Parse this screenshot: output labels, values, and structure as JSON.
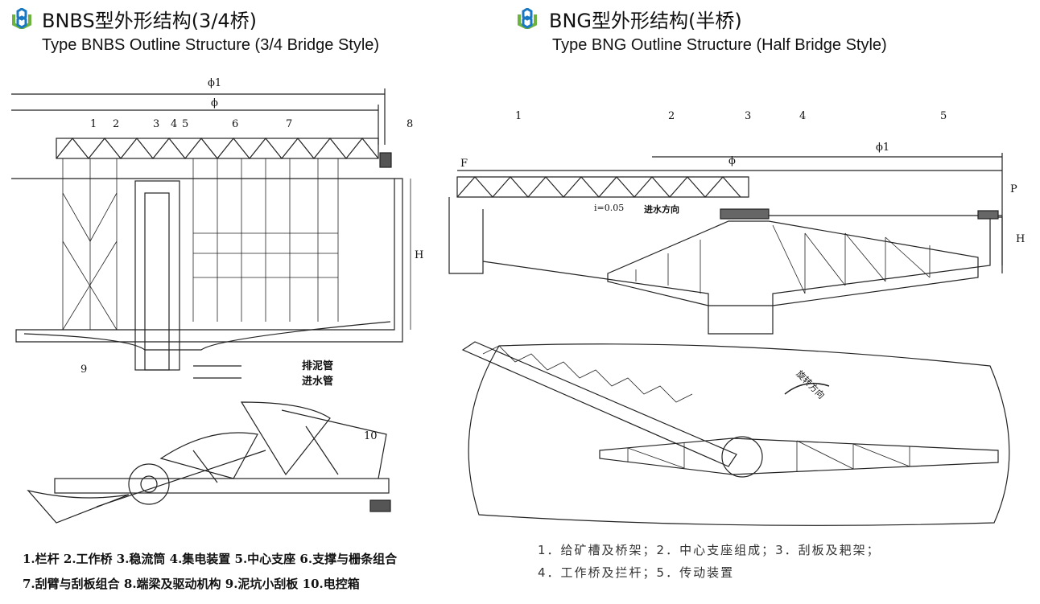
{
  "left": {
    "title_cn": "BNBS型外形结构(3/4桥)",
    "title_en": "Type BNBS Outline Structure (3/4 Bridge Style)",
    "dims": {
      "phi1": "ϕ1",
      "phi": "ϕ",
      "h": "H"
    },
    "part_numbers": [
      "1",
      "2",
      "3",
      "4",
      "5",
      "6",
      "7",
      "8",
      "9",
      "10"
    ],
    "pipe_labels": [
      "排泥管",
      "进水管"
    ],
    "legend": [
      "1.栏杆 2.工作桥 3.稳流筒 4.集电装置 5.中心支座 6.支撑与栅条组合",
      "7.刮臂与刮板组合 8.端梁及驱动机构 9.泥坑小刮板 10.电控箱"
    ]
  },
  "right": {
    "title_cn": "BNG型外形结构(半桥)",
    "title_en": "Type BNG Outline Structure (Half Bridge Style)",
    "dims": {
      "phi1": "ϕ1",
      "phi": "ϕ",
      "h": "H",
      "f": "F",
      "p": "P"
    },
    "part_numbers": [
      "1",
      "2",
      "3",
      "4",
      "5"
    ],
    "slope": "i=0.05",
    "inflow": "进水方向",
    "rotation": "旋转方向",
    "legend": [
      "1．给矿槽及桥架；2．中心支座组成；3．刮板及耙架；",
      "4．工作桥及拦杆；5．传动装置"
    ]
  },
  "colors": {
    "logo_blue": "#1a78c2",
    "logo_green": "#6cb33f"
  }
}
